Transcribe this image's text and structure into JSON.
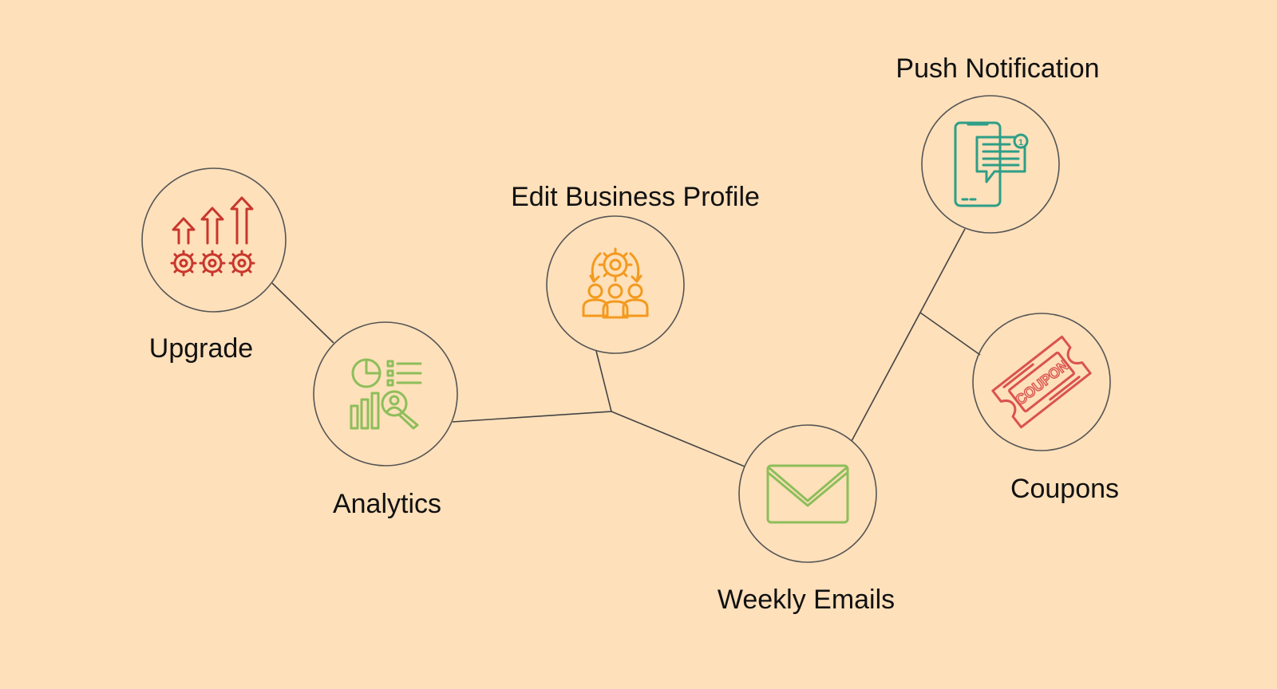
{
  "background_color": "#FEE0BA",
  "nodes": [
    {
      "id": "upgrade",
      "label": "Upgrade",
      "icon": "upgrade-arrows-gears-icon",
      "color": "#C8372D"
    },
    {
      "id": "analytics",
      "label": "Analytics",
      "icon": "analytics-report-icon",
      "color": "#8DBE5A"
    },
    {
      "id": "edit_profile",
      "label": "Edit Business Profile",
      "icon": "team-settings-icon",
      "color": "#F39A1F"
    },
    {
      "id": "weekly_emails",
      "label": "Weekly Emails",
      "icon": "envelope-icon",
      "color": "#8DBE5A"
    },
    {
      "id": "push_notification",
      "label": "Push Notification",
      "icon": "phone-notification-icon",
      "color": "#2E9E87"
    },
    {
      "id": "coupons",
      "label": "Coupons",
      "icon": "coupon-ticket-icon",
      "color": "#D9534F"
    }
  ],
  "coupon_text": "COUPON",
  "notification_badge": "1"
}
